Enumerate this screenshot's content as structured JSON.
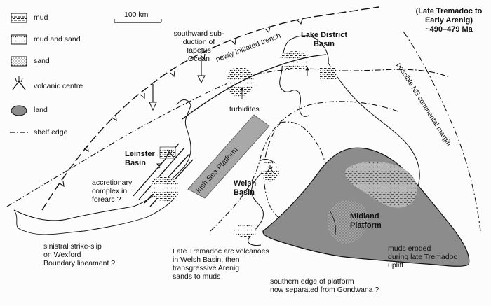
{
  "legend": [
    {
      "key": "mud",
      "label": "mud"
    },
    {
      "key": "mud-sand",
      "label": "mud and sand"
    },
    {
      "key": "sand",
      "label": "sand"
    },
    {
      "key": "volcanic",
      "label": "volcanic centre"
    },
    {
      "key": "land",
      "label": "land"
    },
    {
      "key": "shelf",
      "label": "shelf edge"
    }
  ],
  "scale_bar": "100 km",
  "age": "(Late Tremadoc to\nEarly Arenig)\n~490–479 Ma",
  "labels": {
    "trench": "newly initiated trench",
    "subduction": "southward sub-\nduction of\nIapetus\nOcean",
    "lake_district": "Lake District\nBasin",
    "continental_margin": "possible NE continental margin",
    "turbidites": "turbidites",
    "irish_sea": "Irish Sea Platform",
    "leinster": "Leinster\nBasin",
    "accretionary": "accretionary\ncomplex in\nforearc ?",
    "welsh_basin": "Welsh\nBasin",
    "midland": "Midland\nPlatform",
    "sinistral": "sinistral strike-slip\non Wexford\nBoundary lineament ?",
    "late_tremadoc": "Late Tremadoc arc volcanoes\nin Welsh Basin, then\ntransgressive Arenig\nsands to muds",
    "muds_eroded": "muds eroded\nduring late Tremadoc\nuplift",
    "southern_edge": "southern edge of platform\nnow separated from Gondwana ?"
  },
  "colors": {
    "land_fill": "#8c8c8c",
    "platform_fill": "#a8a8a8",
    "line": "#1a1a1a"
  }
}
